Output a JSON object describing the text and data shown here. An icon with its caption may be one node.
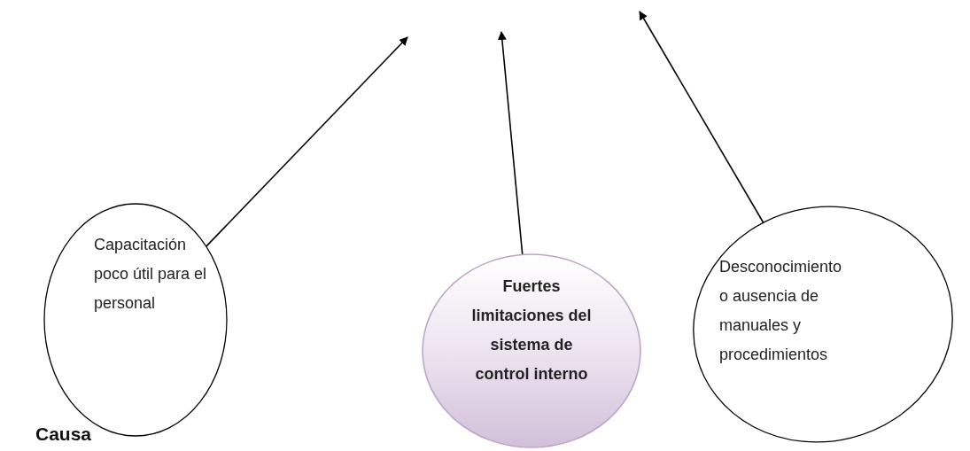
{
  "diagram": {
    "nodes": [
      {
        "text": [
          "Capacitación poco útil para el personal"
        ]
      },
      {
        "text": [
          "Fuertes limitaciones del sistema de control interno"
        ]
      },
      {
        "text": [
          "Desconocimiento o ausencia  de manuales y procedimientos"
        ]
      }
    ],
    "edges": [
      {
        "from": 0,
        "to": null,
        "arrow": "to"
      },
      {
        "from": 1,
        "to": null,
        "arrow": "to"
      },
      {
        "from": 2,
        "to": null,
        "arrow": "to"
      }
    ],
    "labels": [
      "Causa"
    ]
  }
}
